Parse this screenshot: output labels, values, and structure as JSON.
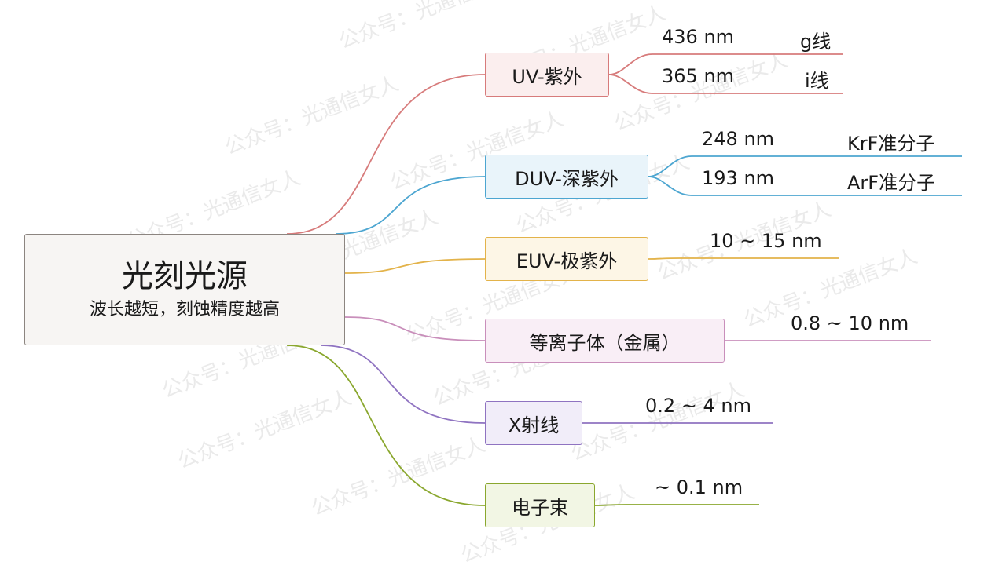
{
  "root": {
    "title": "光刻光源",
    "subtitle": "波长越短，刻蚀精度越高",
    "border_color": "#8c8580"
  },
  "branches": [
    {
      "id": "uv",
      "label": "UV-紫外",
      "color": "#d77b7b",
      "bg": "#fbeeee",
      "leaves": [
        {
          "wavelength": "436 nm",
          "note": "g线"
        },
        {
          "wavelength": "365 nm",
          "note": "i线"
        }
      ]
    },
    {
      "id": "duv",
      "label": "DUV-深紫外",
      "color": "#4da6d1",
      "bg": "#e9f4fa",
      "leaves": [
        {
          "wavelength": "248 nm",
          "note": "KrF准分子"
        },
        {
          "wavelength": "193 nm",
          "note": "ArF准分子"
        }
      ]
    },
    {
      "id": "euv",
      "label": "EUV-极紫外",
      "color": "#e3b34a",
      "bg": "#fdf6e6",
      "leaves": [
        {
          "wavelength": "10 ~ 15 nm"
        }
      ]
    },
    {
      "id": "plasma",
      "label": "等离子体（金属）",
      "color": "#c98fbb",
      "bg": "#f9eef6",
      "leaves": [
        {
          "wavelength": "0.8 ~ 10 nm"
        }
      ]
    },
    {
      "id": "xray",
      "label": "X射线",
      "color": "#8f73c1",
      "bg": "#f1edf9",
      "leaves": [
        {
          "wavelength": "0.2 ~ 4 nm"
        }
      ]
    },
    {
      "id": "ebeam",
      "label": "电子束",
      "color": "#8aa72e",
      "bg": "#f2f6e4",
      "leaves": [
        {
          "wavelength": "~ 0.1 nm"
        }
      ]
    }
  ],
  "watermark": "公众号：光通信女人"
}
